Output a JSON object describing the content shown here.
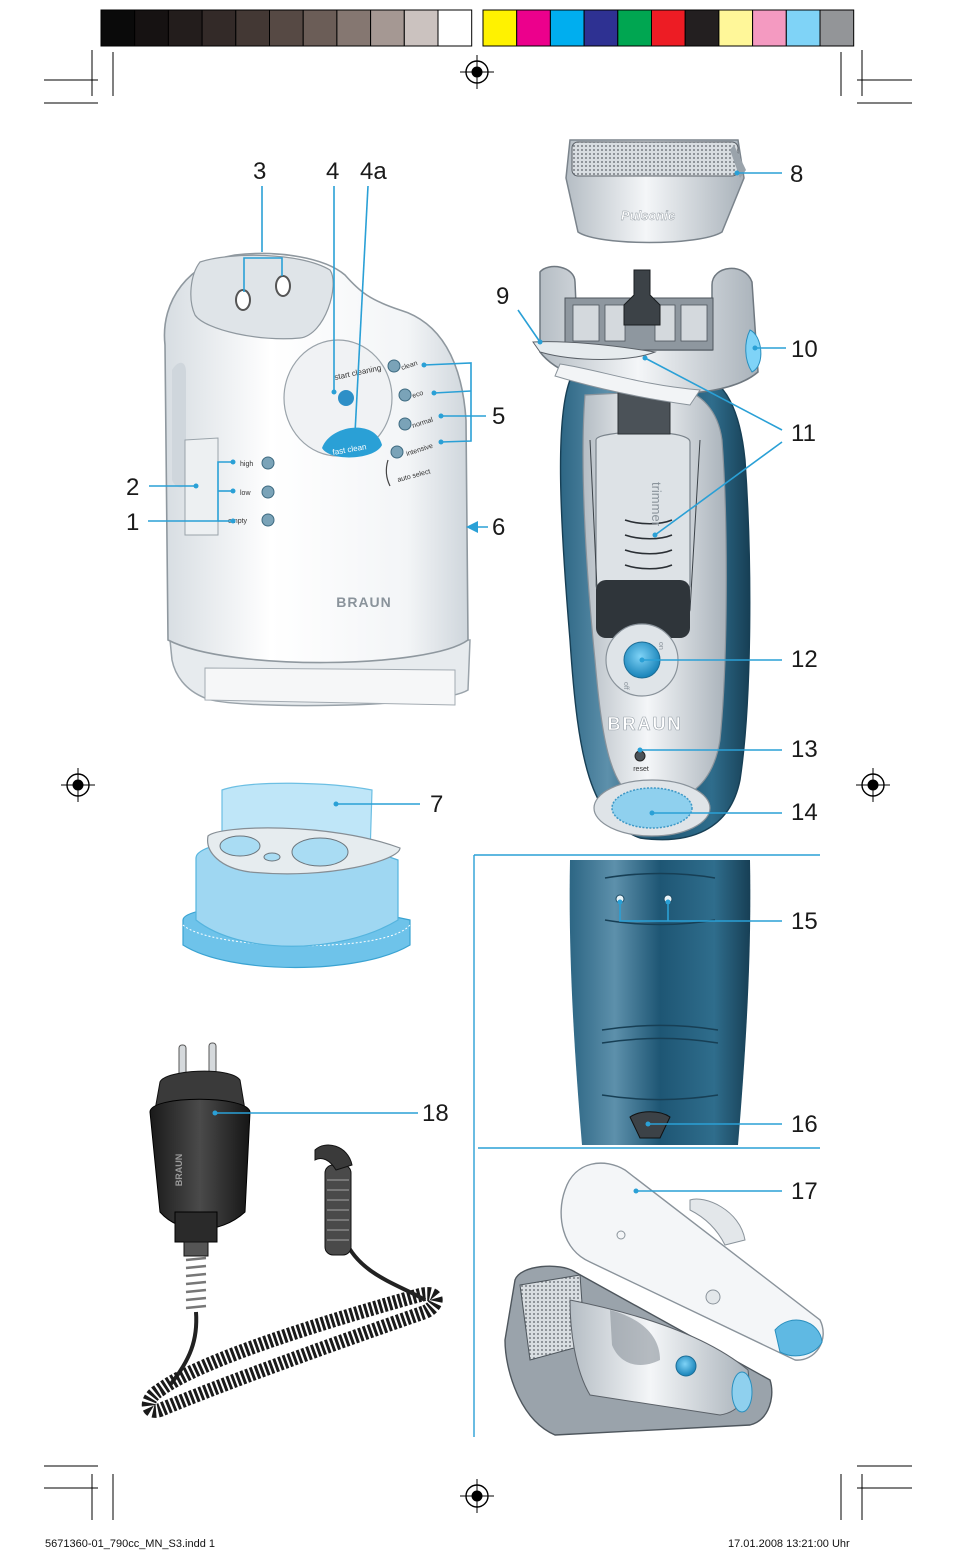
{
  "callouts": {
    "c1": "1",
    "c2": "2",
    "c3": "3",
    "c4": "4",
    "c4a": "4a",
    "c5": "5",
    "c6": "6",
    "c7": "7",
    "c8": "8",
    "c9": "9",
    "c10": "10",
    "c11": "11",
    "c12": "12",
    "c13": "13",
    "c14": "14",
    "c15": "15",
    "c16": "16",
    "c17": "17",
    "c18": "18"
  },
  "station": {
    "start_cleaning": "start cleaning",
    "fast_clean": "fast clean",
    "programs": [
      "clean",
      "eco",
      "normal",
      "intensive"
    ],
    "auto_select": "auto select",
    "levels": [
      "high",
      "low",
      "empty"
    ],
    "brand": "BRAUN"
  },
  "shaver": {
    "cassette_brand": "Pulsonic",
    "trimmer_label": "trimmer",
    "switch_on": "on",
    "switch_off": "off",
    "brand": "BRAUN",
    "reset_label": "reset"
  },
  "plug": {
    "brand": "BRAUN"
  },
  "footer": {
    "left": "5671360-01_790cc_MN_S3.indd   1",
    "right": "17.01.2008   13:21:00 Uhr"
  },
  "colors": {
    "accent_blue": "#2aa0d6",
    "dark_blue": "#1f5a78",
    "cartridge_blue": "#9fd7f2",
    "grey_scale": [
      "#0a0a0a",
      "#161212",
      "#231d1c",
      "#332a28",
      "#433834",
      "#564944",
      "#6b5d57",
      "#857771",
      "#a59893",
      "#cbc2bf",
      "#ffffff"
    ],
    "process_colors": [
      "#fff200",
      "#ec008c",
      "#00aeef",
      "#2e3192",
      "#00a651",
      "#ed1c24",
      "#231f20",
      "#fff799",
      "#f49ac1",
      "#7fd3f7",
      "#939598"
    ]
  }
}
